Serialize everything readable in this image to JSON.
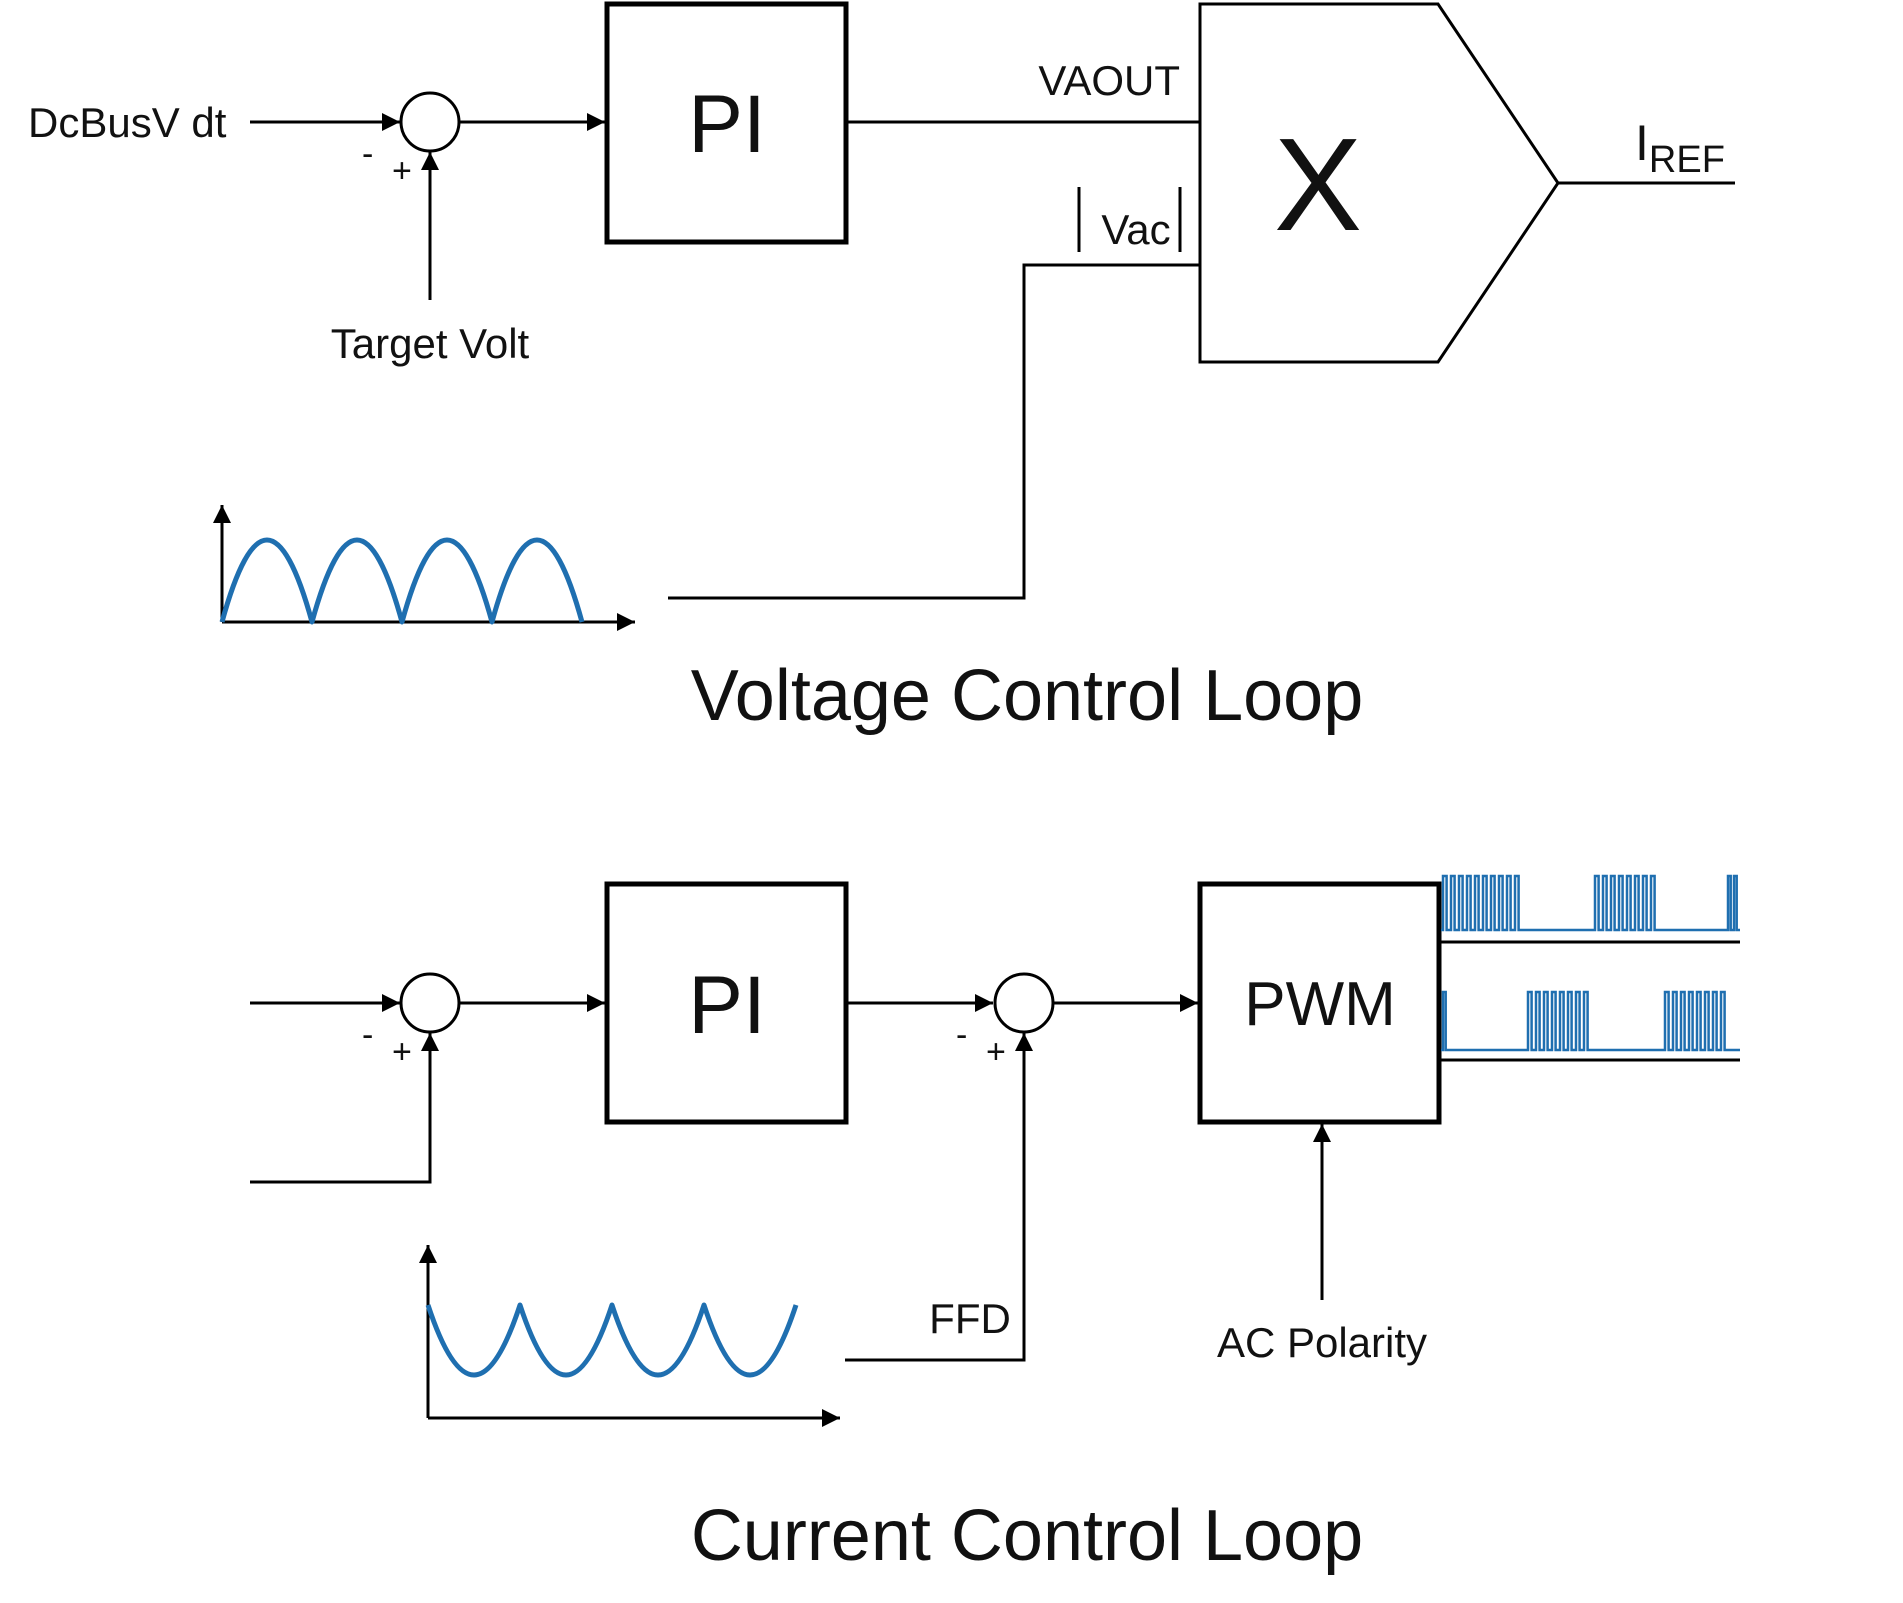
{
  "voltage_loop": {
    "title": "Voltage Control Loop",
    "input_label": "DcBusV dt",
    "target_label": "Target Volt",
    "sum_minus": "-",
    "sum_plus": "+",
    "controller_label": "PI",
    "controller_output_label": "VAOUT",
    "vac_label": "Vac",
    "multiplier_label": "X",
    "output_label_main": "I",
    "output_label_sub": "REF"
  },
  "current_loop": {
    "title": "Current Control Loop",
    "sum1_minus": "-",
    "sum1_plus": "+",
    "controller_label": "PI",
    "sum2_minus": "-",
    "sum2_plus": "+",
    "ffd_label": "FFD",
    "pwm_label": "PWM",
    "polarity_label": "AC Polarity"
  },
  "colors": {
    "waveform": "#1f6fb0",
    "line": "#000000"
  }
}
